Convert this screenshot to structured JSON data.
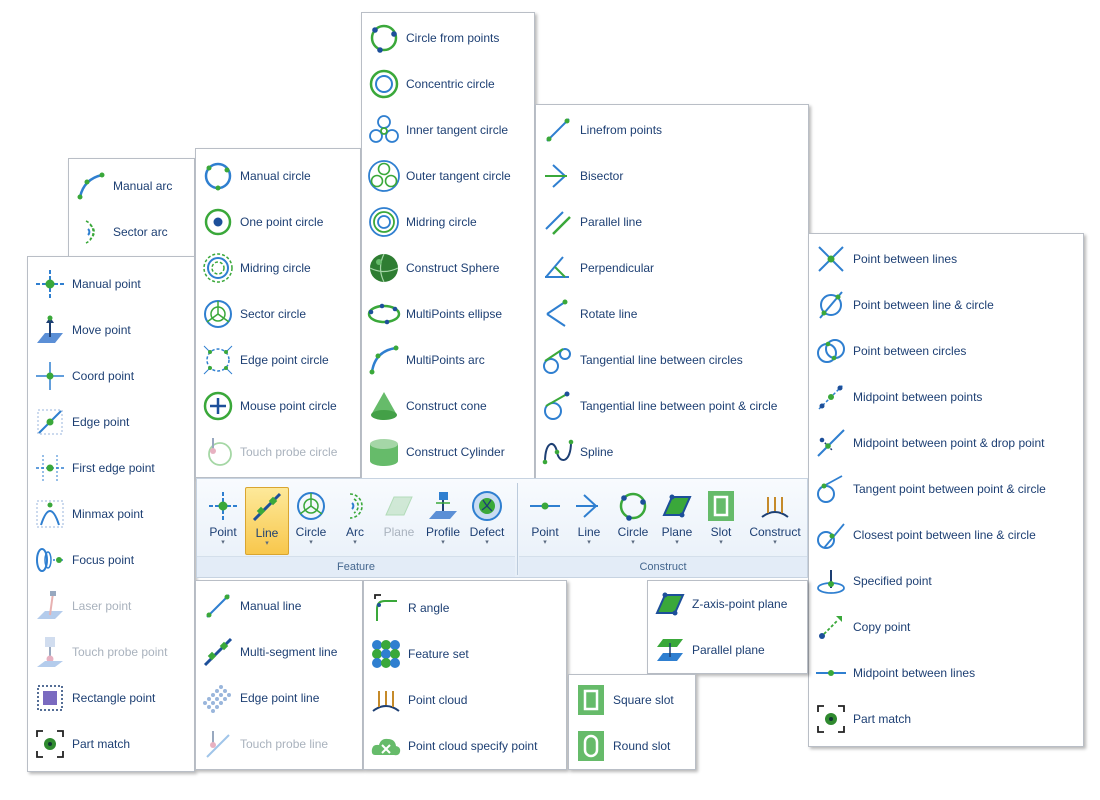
{
  "menus": {
    "arc": [
      "Manual arc",
      "Sector arc"
    ],
    "point": [
      "Manual point",
      "Move point",
      "Coord point",
      "Edge point",
      "First edge point",
      "Minmax point",
      "Focus point",
      "Laser point",
      "Touch probe point",
      "Rectangle point",
      "Part match"
    ],
    "circle": [
      "Manual circle",
      "One point circle",
      "Midring circle",
      "Sector circle",
      "Edge point circle",
      "Mouse point circle",
      "Touch probe circle"
    ],
    "construct_circle": [
      "Circle from points",
      "Concentric circle",
      "Inner tangent circle",
      "Outer tangent circle",
      "Midring circle",
      "Construct Sphere",
      "MultiPoints ellipse",
      "MultiPoints arc",
      "Construct cone",
      "Construct Cylinder"
    ],
    "construct_line": [
      "Linefrom points",
      "Bisector",
      "Parallel line",
      "Perpendicular",
      "Rotate line",
      "Tangential line between circles",
      "Tangential line between point & circle",
      "Spline"
    ],
    "construct_point": [
      "Point between lines",
      "Point between line & circle",
      "Point between circles",
      "Midpoint between points",
      "Midpoint between point & drop point",
      "Tangent point between point & circle",
      "Closest point between line & circle",
      "Specified point",
      "Copy point",
      "Midpoint between lines",
      "Part match"
    ],
    "line": [
      "Manual line",
      "Multi-segment line",
      "Edge point line",
      "Touch probe line"
    ],
    "construct_other": [
      "R angle",
      "Feature set",
      "Point cloud",
      "Point cloud specify point"
    ],
    "plane": [
      "Z-axis-point plane",
      "Parallel plane"
    ],
    "slot": [
      "Square slot",
      "Round slot"
    ]
  },
  "ribbon": {
    "feature": {
      "caption": "Feature",
      "buttons": [
        "Point",
        "Line",
        "Circle",
        "Arc",
        "Plane",
        "Profile",
        "Defect"
      ]
    },
    "construct": {
      "caption": "Construct",
      "buttons": [
        "Point",
        "Line",
        "Circle",
        "Plane",
        "Slot",
        "Construct"
      ]
    }
  },
  "colors": {
    "label": "#1d3f73",
    "disabled": "#a9b2bd",
    "accent": "#2f7fd0",
    "green": "#3aa83a",
    "active": "#f8c74c"
  }
}
